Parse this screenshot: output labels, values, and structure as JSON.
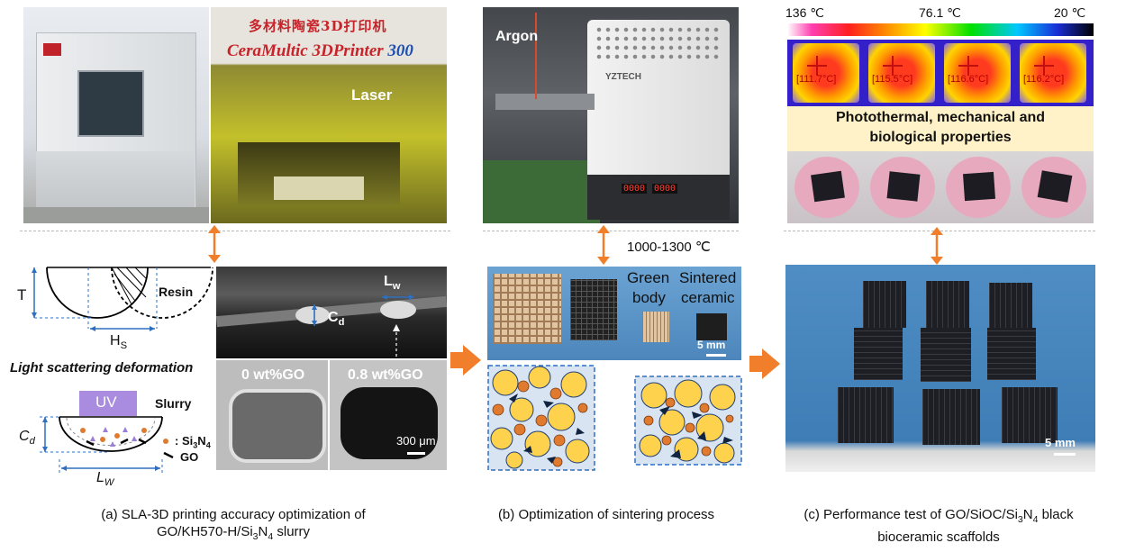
{
  "panel_a": {
    "machine_sign": "多材料陶瓷3D打印机",
    "machine_brand_prefix": "CeraMultic 3DPrinter ",
    "machine_brand_number": "300",
    "laser_label": "Laser",
    "T_label": "T",
    "resin_label": "Resin",
    "Hs_main": "H",
    "Hs_sub": "S",
    "scattering_title": "Light scattering deformation",
    "uv_label": "UV",
    "slurry_label": "Slurry",
    "cd_main": "C",
    "cd_sub": "d",
    "lw_main": "L",
    "lw_sub": "W",
    "legend_si_prefix": ": Si",
    "legend_si_3": "3",
    "legend_si_n": "N",
    "legend_si_4": "4",
    "legend_go": "GO",
    "micro_lw_main": "L",
    "micro_lw_sub": "w",
    "micro_cd_main": "C",
    "micro_cd_sub": "d",
    "micro_left_label": "0 wt%GO",
    "micro_right_label": "0.8 wt%GO",
    "scale_label": "300 μm",
    "caption_line1": "(a) SLA-3D printing accuracy optimization of",
    "caption_line2_prefix": "GO/KH570-H/Si",
    "caption_line2_3": "3",
    "caption_line2_n": "N",
    "caption_line2_4": "4",
    "caption_line2_suffix": " slurry"
  },
  "panel_b": {
    "argon_label": "Argon",
    "furnace_brand": "YZTECH",
    "furnace_display_1": "0000",
    "furnace_display_2": "0000",
    "temperature_label": "1000-1300 ℃",
    "green_line1": "Green",
    "green_line2": "body",
    "sintered_line1": "Sintered",
    "sintered_line2": "ceramic",
    "scale_label": "5 mm",
    "caption": "(b) Optimization of sintering process"
  },
  "panel_c": {
    "temp_high": "136 ℃",
    "temp_mid": "76.1 ℃",
    "temp_low": "20 ℃",
    "temp_readings": [
      "[111.7°C]",
      "[115.5°C]",
      "[116.6°C]",
      "[116.2°C]"
    ],
    "props_line1": "Photothermal, mechanical and",
    "props_line2": "biological properties",
    "scale_label": "5 mm",
    "caption_line1_prefix": "(c) Performance test of GO/SiOC/Si",
    "caption_line1_3": "3",
    "caption_line1_n": "N",
    "caption_line1_4": "4",
    "caption_line1_suffix": " black",
    "caption_line2": "bioceramic scaffolds"
  },
  "colors": {
    "arrow_orange": "#f07e2a",
    "blue_dashed_box": "#2e6fbf",
    "particle_yellow": "#ffd24d",
    "particle_orange": "#e07a2e",
    "uv_purple": "#a98be0",
    "props_box": "#fff2c8"
  }
}
